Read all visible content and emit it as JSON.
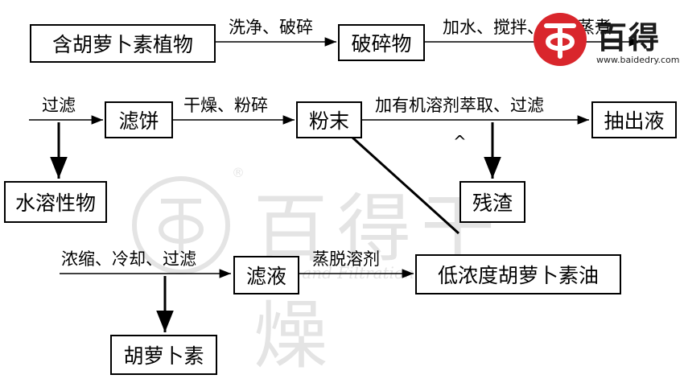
{
  "nodes": {
    "raw": "含胡萝卜素植物",
    "crushed": "破碎物",
    "cake": "滤饼",
    "powder": "粉末",
    "extract": "抽出液",
    "water_soluble": "水溶性物",
    "residue": "残渣",
    "filtrate": "滤液",
    "oil": "低浓度胡萝卜素油",
    "carotene": "胡萝卜素"
  },
  "labels": {
    "wash_crush": "洗净、破碎",
    "add_water": "加水、搅拌、加热蒸煮",
    "filter1": "过滤",
    "dry_grind": "干燥、粉碎",
    "solvent_extract": "加有机溶剂萃取、过滤",
    "concentrate": "浓缩、冷却、过滤",
    "evaporate": "蒸脱溶剂",
    "caret": "^"
  },
  "watermark": {
    "main": "百得干燥",
    "sub": "Drying and Filtration Technology",
    "reg": "®"
  },
  "logo": {
    "text": "百得",
    "url": "www.baidedry.com",
    "red": "#d9262c"
  }
}
